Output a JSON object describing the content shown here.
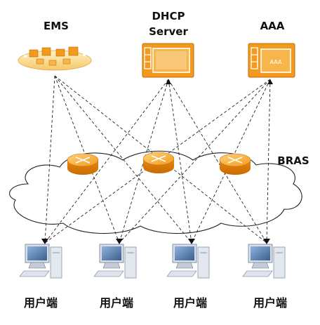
{
  "nodes": {
    "ems": "EMS",
    "dhcp_line1": "DHCP",
    "dhcp_line2": "Server",
    "aaa": "AAA",
    "aaa_screen": "AAA",
    "bras": "BRAS",
    "clients": [
      "用户端",
      "用户端",
      "用户端",
      "用户端"
    ]
  },
  "colors": {
    "server_orange": "#f39a1e",
    "server_dark": "#d97e0a",
    "router_orange": "#f5a623",
    "pc_blue": "#3a5f8f"
  },
  "icons": {
    "ems": "ems-management-icon",
    "server": "server-monitor-icon",
    "router": "router-icon",
    "client": "pc-workstation-icon",
    "network": "network-cloud-icon"
  }
}
